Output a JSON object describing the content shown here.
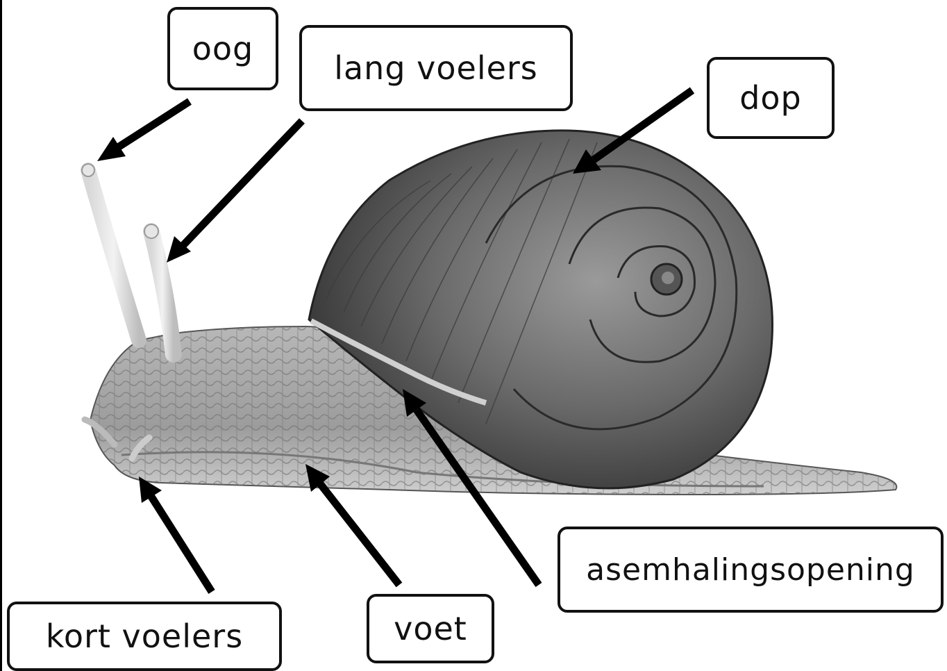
{
  "labels": {
    "oog": "oog",
    "lang_voelers": "lang voelers",
    "dop": "dop",
    "asemhalingsopening": "asemhalingsopening",
    "voet": "voet",
    "kort_voelers": "kort voelers"
  },
  "colors": {
    "ink": "#111111",
    "background": "#ffffff"
  }
}
